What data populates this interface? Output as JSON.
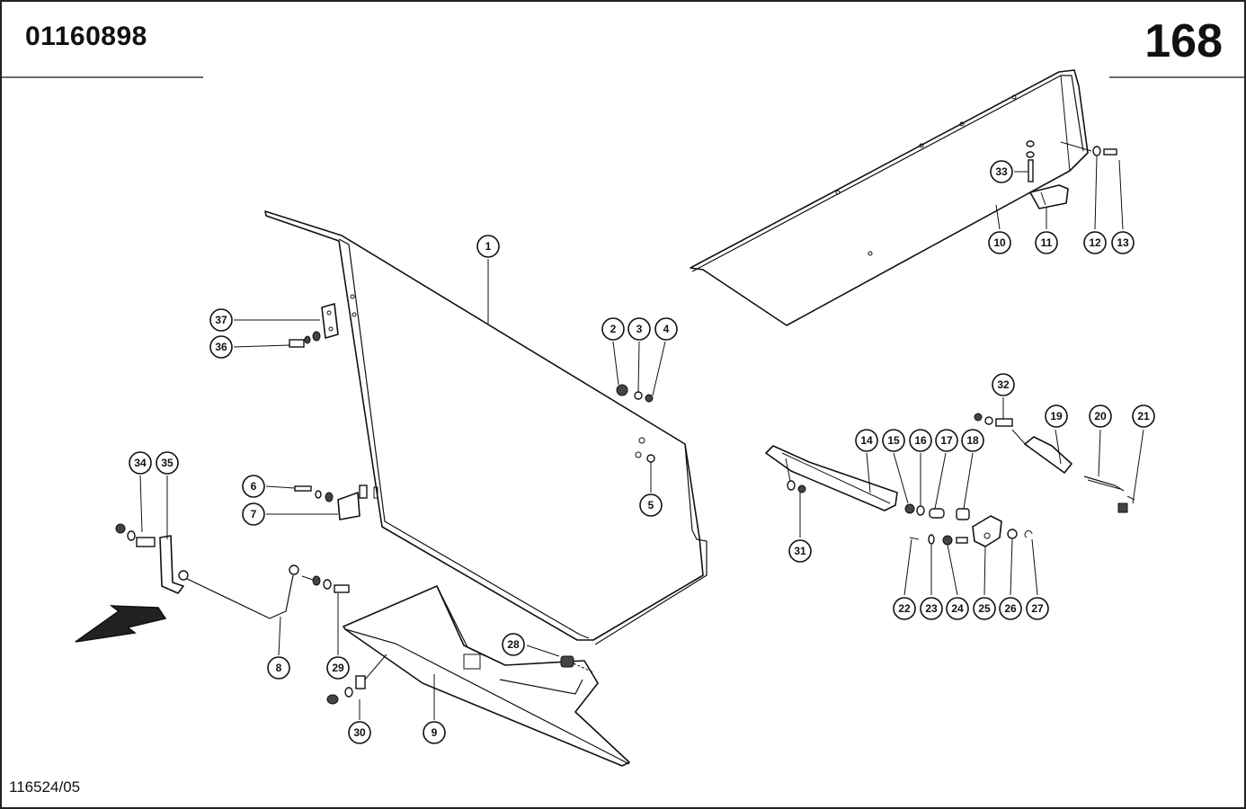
{
  "header": {
    "document_number": "01160898",
    "page_number": "168"
  },
  "footer": {
    "reference_code": "116524/05"
  },
  "callouts": [
    "1",
    "2",
    "3",
    "4",
    "5",
    "6",
    "7",
    "8",
    "9",
    "10",
    "11",
    "12",
    "13",
    "14",
    "15",
    "16",
    "17",
    "18",
    "19",
    "20",
    "21",
    "22",
    "23",
    "24",
    "25",
    "26",
    "27",
    "28",
    "29",
    "30",
    "31",
    "32",
    "33",
    "34",
    "35",
    "36",
    "37"
  ]
}
